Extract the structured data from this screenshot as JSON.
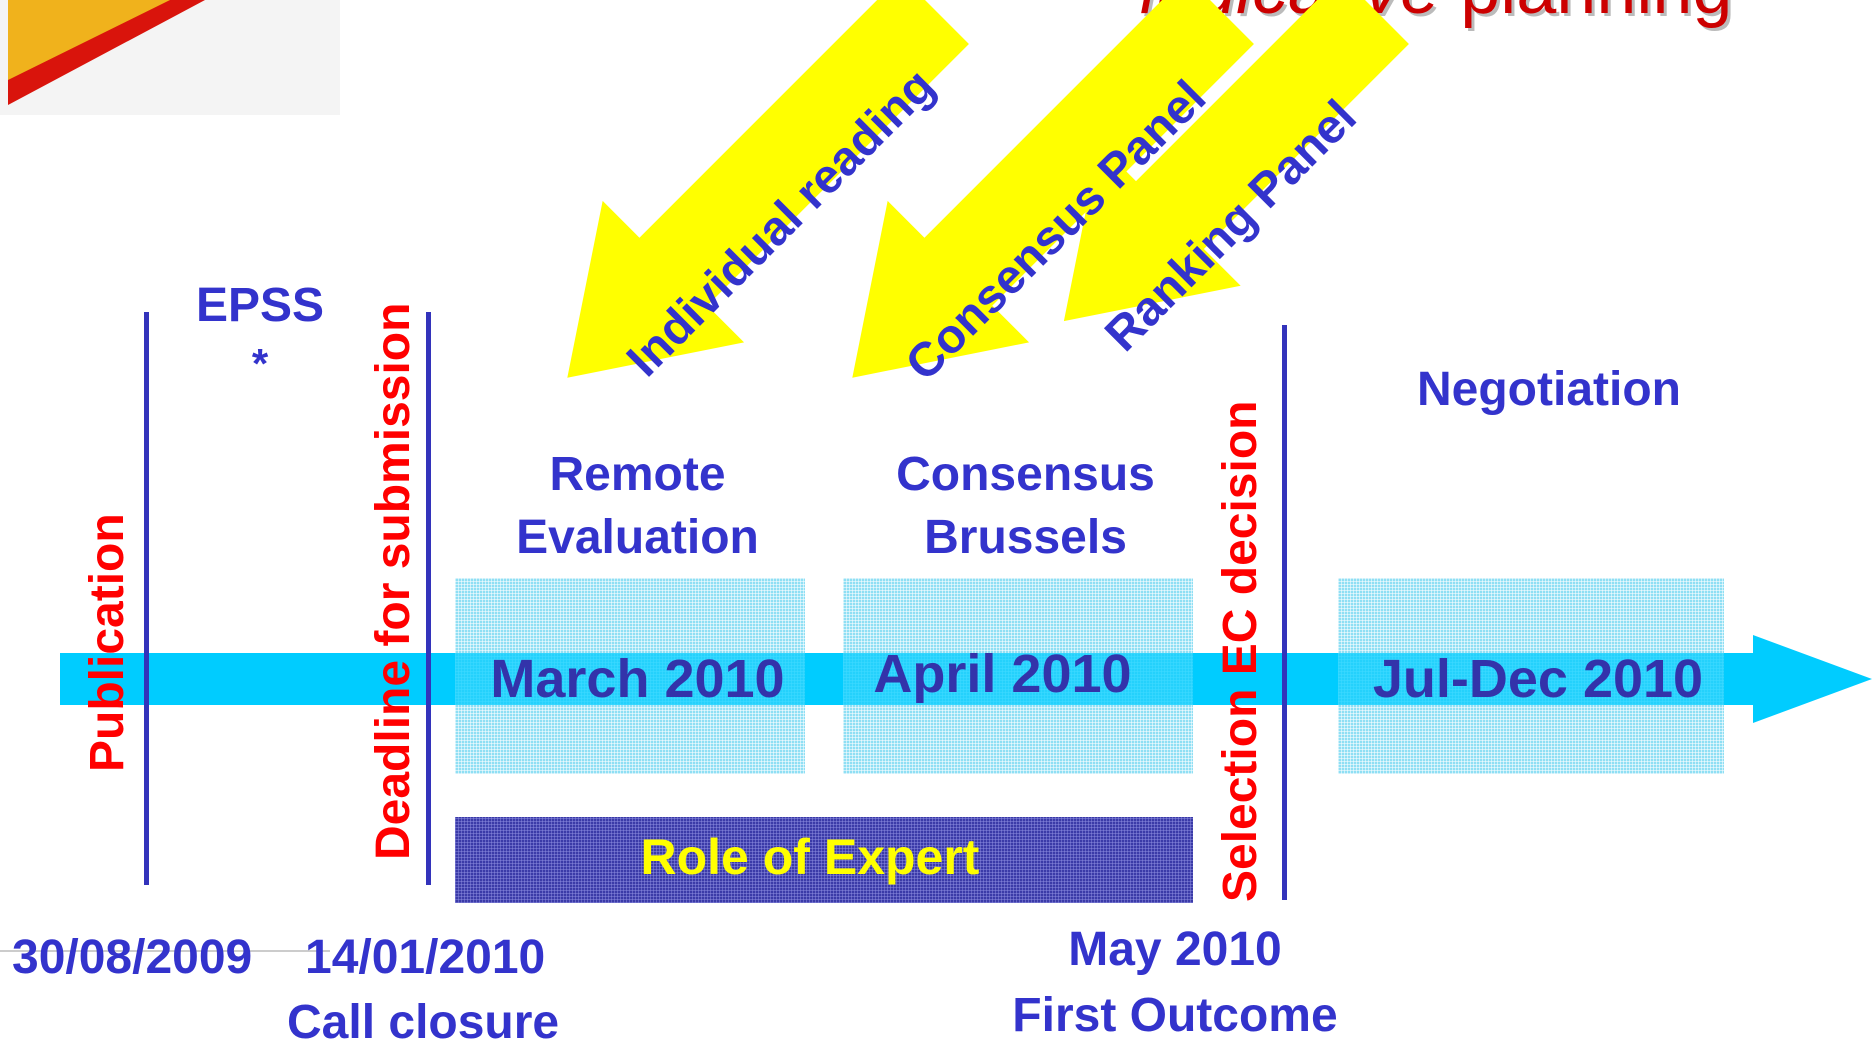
{
  "title": {
    "italic": "indicative",
    "rest": "planning"
  },
  "arrows": [
    {
      "label": "Individual reading"
    },
    {
      "label": "Consensus Panel"
    },
    {
      "label": "Ranking Panel"
    }
  ],
  "milestones": {
    "publication": "Publication",
    "deadline": "Deadline for submission",
    "selection": "Selection EC  decision",
    "epss": "EPSS",
    "epss_star": "*"
  },
  "phases": {
    "remote_title_1": "Remote",
    "remote_title_2": "Evaluation",
    "remote_date": "March 2010",
    "consensus_title_1": "Consensus",
    "consensus_title_2": "Brussels",
    "consensus_date": "April 2010",
    "negotiation_title": "Negotiation",
    "negotiation_date": "Jul-Dec 2010",
    "role": "Role of Expert"
  },
  "dates": {
    "publication_date": "30/08/2009",
    "closure_date": "14/01/2010",
    "closure_label": "Call closure",
    "outcome_date": "May 2010",
    "outcome_label": "First Outcome"
  },
  "colors": {
    "timeline": "#00ccff",
    "phase_box": "#8fdff4",
    "role_box": "#3b3ba8",
    "arrow": "#ffff00",
    "milestone_text": "#ff0000",
    "label_text": "#3333cc"
  }
}
